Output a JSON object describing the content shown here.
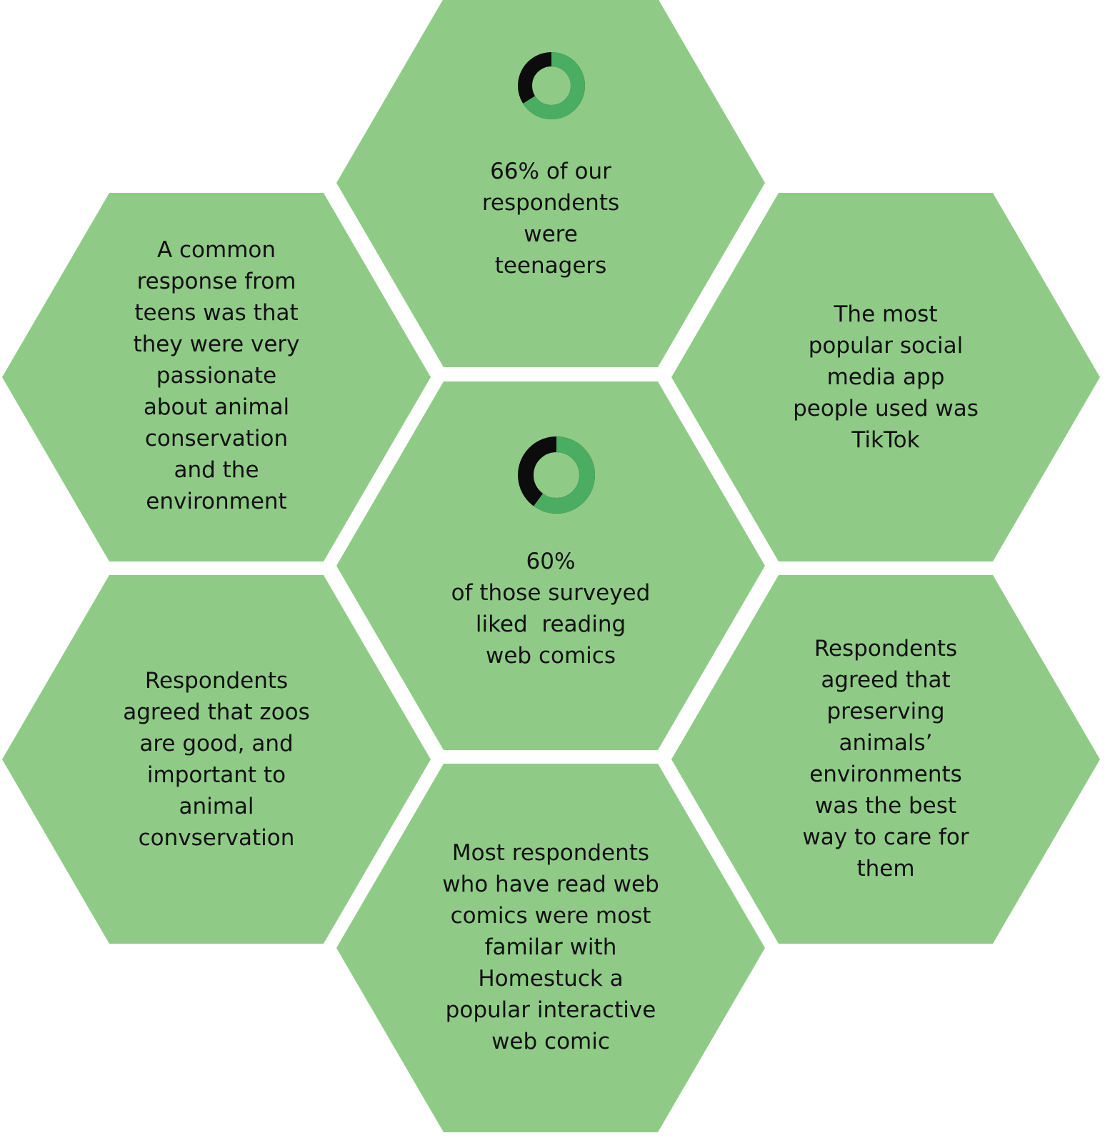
{
  "colors": {
    "hex_fill": "#8fcb87",
    "donut_accent": "#4aad62",
    "donut_dark": "#0c0c0c",
    "text": "#111111",
    "background": "#ffffff"
  },
  "hexes": [
    {
      "id": "top",
      "lines": [
        "66% of our",
        "respondents",
        "were",
        "teenagers"
      ],
      "donut": {
        "percent": 66
      }
    },
    {
      "id": "upper-left",
      "lines": [
        "A common",
        "response from",
        "teens was that",
        "they were very",
        "passionate",
        "about animal",
        "conservation",
        "and the",
        "environment"
      ]
    },
    {
      "id": "upper-right",
      "lines": [
        "The most",
        "popular social",
        "media app",
        "people used was",
        "TikTok"
      ]
    },
    {
      "id": "center",
      "lines": [
        "60%",
        "of those surveyed",
        "liked  reading",
        "web comics"
      ],
      "donut": {
        "percent": 60
      }
    },
    {
      "id": "lower-left",
      "lines": [
        "Respondents",
        "agreed that zoos",
        "are good, and",
        "important to",
        "animal",
        "convservation"
      ]
    },
    {
      "id": "lower-right",
      "lines": [
        "Respondents",
        "agreed that",
        "preserving",
        "animals’",
        "environments",
        "was the best",
        "way to care for",
        "them"
      ]
    },
    {
      "id": "bottom",
      "lines": [
        "Most respondents",
        "who have read web",
        "comics were most",
        "familar with",
        "Homestuck a",
        "popular interactive",
        "web comic"
      ]
    }
  ]
}
